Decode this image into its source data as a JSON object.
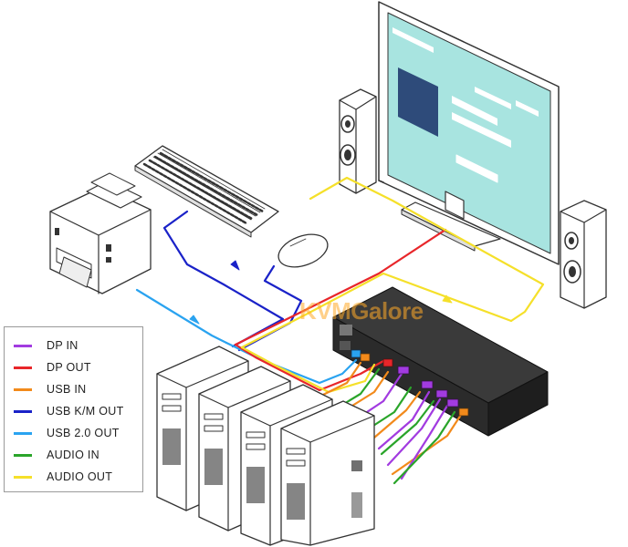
{
  "watermark": "KVMGalore",
  "legend": {
    "items": [
      {
        "label": "DP IN",
        "color": "#a23be0"
      },
      {
        "label": "DP OUT",
        "color": "#e8262a"
      },
      {
        "label": "USB IN",
        "color": "#f28a1b"
      },
      {
        "label": "USB K/M OUT",
        "color": "#1a22c8"
      },
      {
        "label": "USB 2.0 OUT",
        "color": "#2aa3f0"
      },
      {
        "label": "AUDIO IN",
        "color": "#2aa52a"
      },
      {
        "label": "AUDIO OUT",
        "color": "#f5e02a"
      }
    ]
  },
  "colors": {
    "screen": "#a8e4e0",
    "screen_block": "#2e4b7a",
    "switch_body": "#2b2b2b"
  }
}
